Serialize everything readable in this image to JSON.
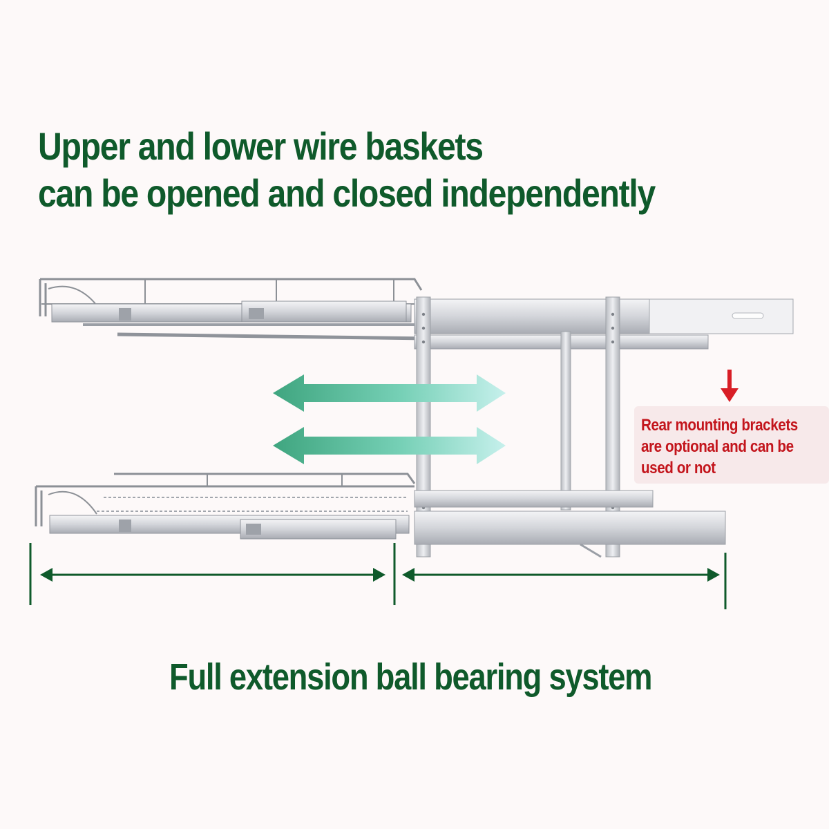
{
  "headline": {
    "line1": "Upper and lower wire baskets",
    "line2": "can be opened and closed independently"
  },
  "note": {
    "line1": "Rear mounting brackets",
    "line2": "are optional and can be",
    "line3": "used or not"
  },
  "caption": "Full extension ball bearing system",
  "colors": {
    "headline_green": "#0f5a2b",
    "note_red": "#c3151c",
    "arrow_teal": "#3fae86"
  },
  "icons": [
    "double-arrow-icon",
    "down-arrow-icon",
    "dimension-arrow-icon"
  ]
}
